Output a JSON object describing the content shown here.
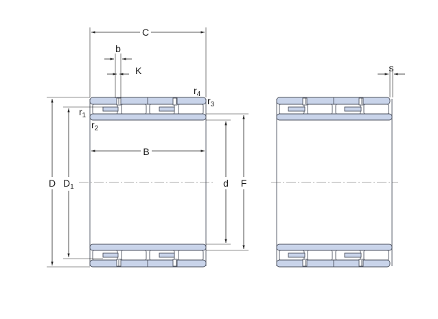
{
  "labels": {
    "C": "C",
    "b": "b",
    "K": "K",
    "r4": {
      "base": "r",
      "sub": "4"
    },
    "r3": {
      "base": "r",
      "sub": "3"
    },
    "r1": {
      "base": "r",
      "sub": "1"
    },
    "r2": {
      "base": "r",
      "sub": "2"
    },
    "B": "B",
    "D": "D",
    "D1": {
      "base": "D",
      "sub": "1"
    },
    "d": "d",
    "F": "F",
    "s": "s"
  },
  "colors": {
    "ring_fill": "#c9d4ea",
    "outline": "#4a4f5c",
    "dimension_line": "#222222",
    "background": "#ffffff"
  }
}
